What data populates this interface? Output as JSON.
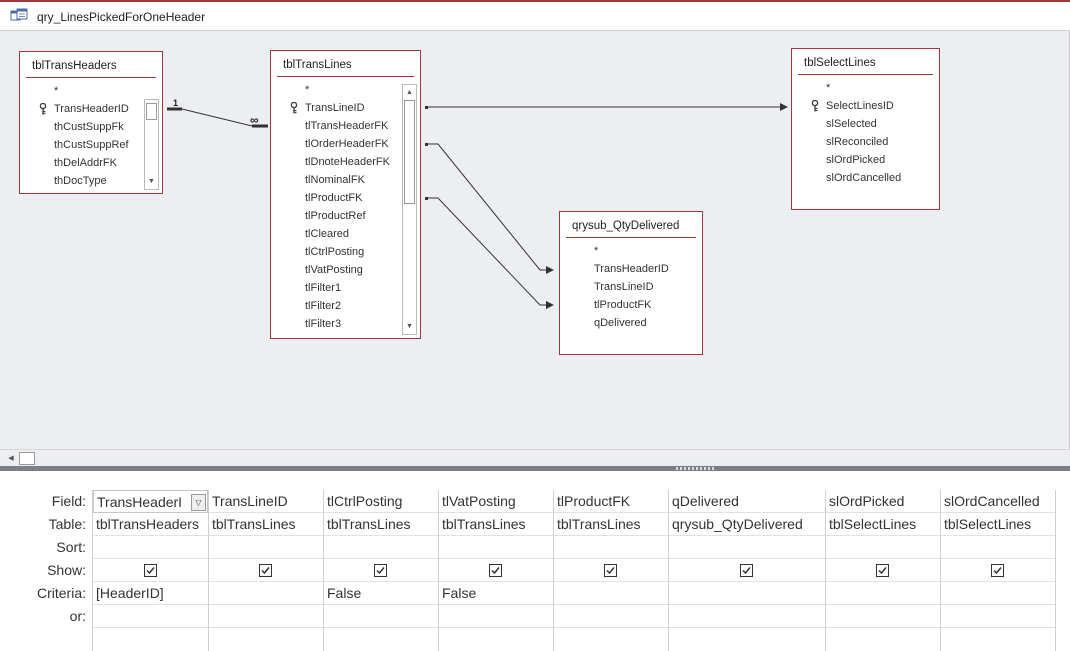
{
  "window": {
    "title": "qry_LinesPickedForOneHeader",
    "icon": "query-icon"
  },
  "relationship": {
    "one_side": "1",
    "many_side": "∞"
  },
  "tables": [
    {
      "name": "tblTransHeaders",
      "fields": [
        "*",
        "TransHeaderID",
        "thCustSuppFk",
        "thCustSuppRef",
        "thDelAddrFK",
        "thDocType"
      ],
      "primary_key": "TransHeaderID"
    },
    {
      "name": "tblTransLines",
      "fields": [
        "*",
        "TransLineID",
        "tlTransHeaderFK",
        "tlOrderHeaderFK",
        "tlDnoteHeaderFK",
        "tlNominalFK",
        "tlProductFK",
        "tlProductRef",
        "tlCleared",
        "tlCtrlPosting",
        "tlVatPosting",
        "tlFilter1",
        "tlFilter2",
        "tlFilter3"
      ],
      "primary_key": "TransLineID"
    },
    {
      "name": "tblSelectLines",
      "fields": [
        "*",
        "SelectLinesID",
        "slSelected",
        "slReconciled",
        "slOrdPicked",
        "slOrdCancelled"
      ],
      "primary_key": "SelectLinesID"
    },
    {
      "name": "qrysub_QtyDelivered",
      "fields": [
        "*",
        "TransHeaderID",
        "TransLineID",
        "tlProductFK",
        "qDelivered"
      ],
      "primary_key": ""
    }
  ],
  "grid": {
    "row_labels": {
      "field": "Field:",
      "table": "Table:",
      "sort": "Sort:",
      "show": "Show:",
      "criteria": "Criteria:",
      "or": "or:"
    },
    "columns": [
      {
        "field": "TransHeaderI",
        "table": "tblTransHeaders",
        "sort": "",
        "show": true,
        "criteria": "[HeaderID]",
        "or": ""
      },
      {
        "field": "TransLineID",
        "table": "tblTransLines",
        "sort": "",
        "show": true,
        "criteria": "",
        "or": ""
      },
      {
        "field": "tlCtrlPosting",
        "table": "tblTransLines",
        "sort": "",
        "show": true,
        "criteria": "False",
        "or": ""
      },
      {
        "field": "tlVatPosting",
        "table": "tblTransLines",
        "sort": "",
        "show": true,
        "criteria": "False",
        "or": ""
      },
      {
        "field": "tlProductFK",
        "table": "tblTransLines",
        "sort": "",
        "show": true,
        "criteria": "",
        "or": ""
      },
      {
        "field": "qDelivered",
        "table": "qrysub_QtyDelivered",
        "sort": "",
        "show": true,
        "criteria": "",
        "or": ""
      },
      {
        "field": "slOrdPicked",
        "table": "tblSelectLines",
        "sort": "",
        "show": true,
        "criteria": "",
        "or": ""
      },
      {
        "field": "slOrdCancelled",
        "table": "tblSelectLines",
        "sort": "",
        "show": true,
        "criteria": "",
        "or": ""
      }
    ]
  },
  "colors": {
    "accent": "#a4373a",
    "surface": "#eceef1",
    "splitter": "#7a7f8a"
  }
}
